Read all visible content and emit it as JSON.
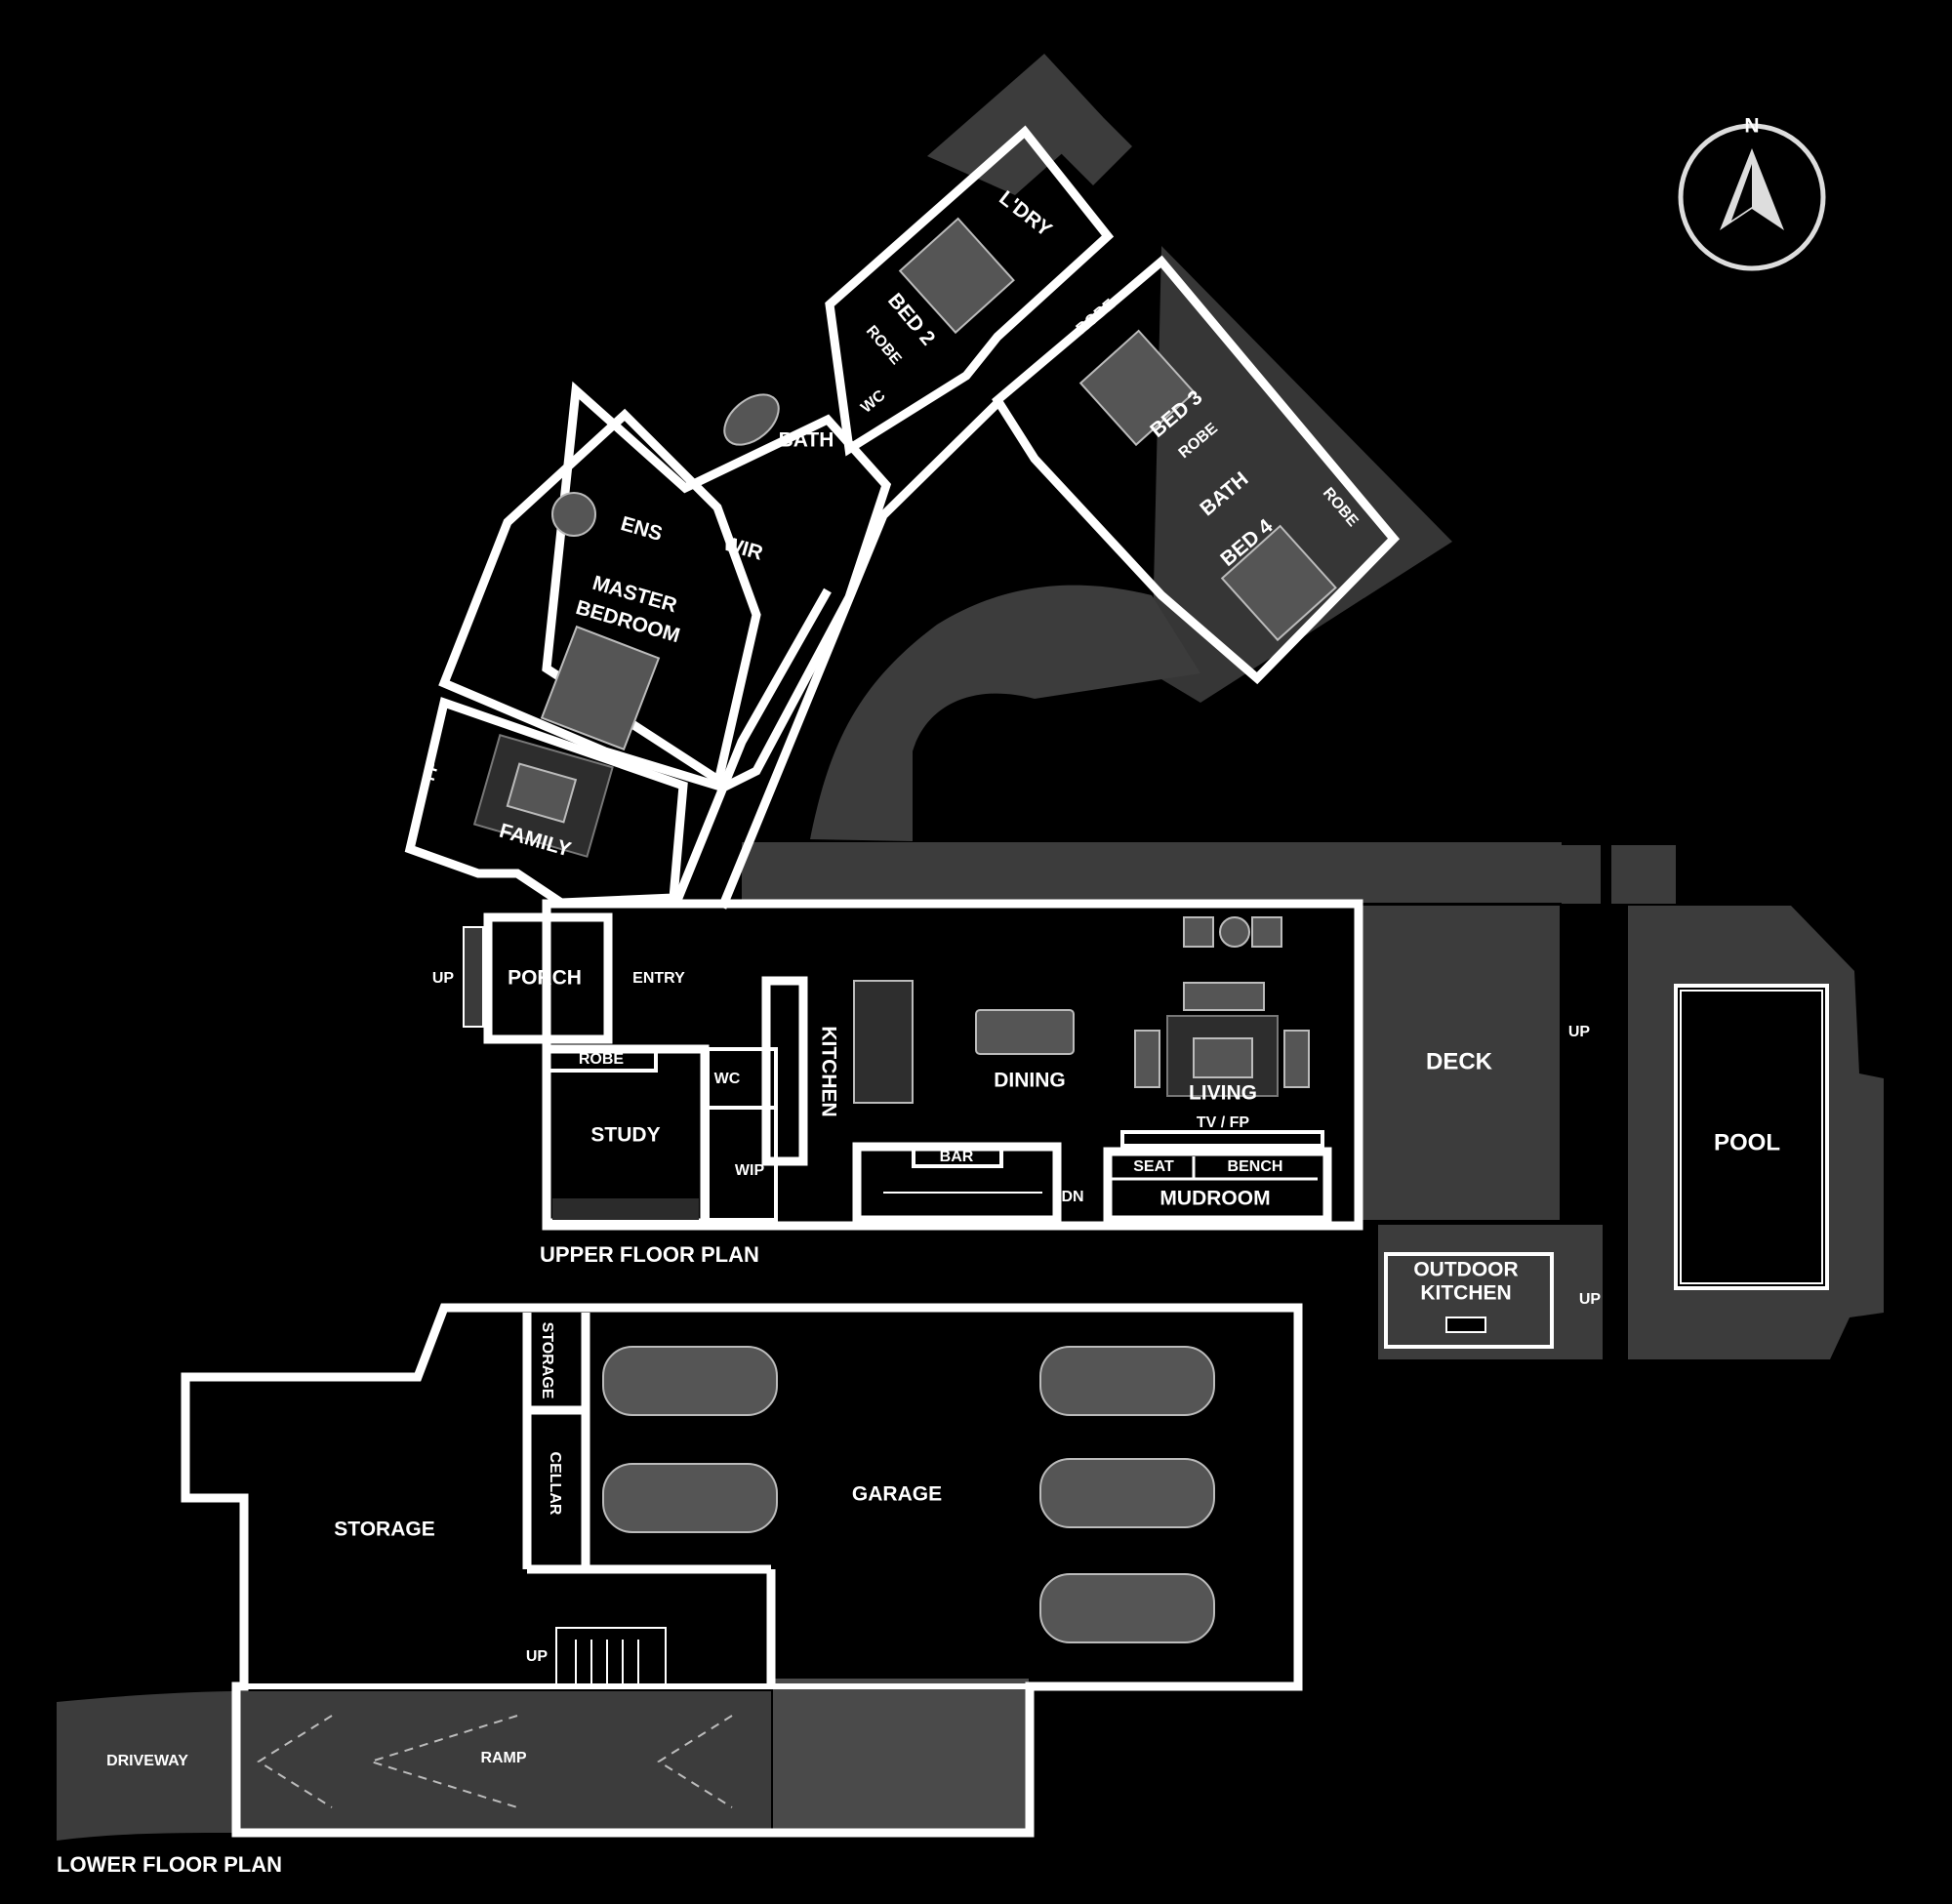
{
  "compass": {
    "label": "N"
  },
  "titles": {
    "upper": "UPPER FLOOR PLAN",
    "lower": "LOWER FLOOR PLAN"
  },
  "rooms": {
    "laundry": "L'DRY",
    "bed2": "BED 2",
    "robe_bed2": "ROBE",
    "wc_bath": "WC",
    "bath": "BATH",
    "ens": "ENS",
    "wir": "WIR",
    "master_bedroom_line1": "MASTER",
    "master_bedroom_line2": "BEDROOM",
    "fp_family": "FP",
    "family": "FAMILY",
    "robe_bed3": "ROBE",
    "bed3": "BED 3",
    "robe_bed3b": "ROBE",
    "bath2": "BATH",
    "robe_bed4": "ROBE",
    "bed4": "BED 4",
    "porch": "PORCH",
    "up_porch": "UP",
    "entry": "ENTRY",
    "robe_study": "ROBE",
    "study": "STUDY",
    "wc_study": "WC",
    "wip": "WIP",
    "kitchen": "KITCHEN",
    "dining": "DINING",
    "living": "LIVING",
    "tv_fp": "TV / FP",
    "bar": "BAR",
    "dn": "DN",
    "seat": "SEAT",
    "bench": "BENCH",
    "mudroom": "MUDROOM",
    "deck": "DECK",
    "up_deck1": "UP",
    "up_deck2": "UP",
    "pool": "POOL",
    "outdoor_kitchen_line1": "OUTDOOR",
    "outdoor_kitchen_line2": "KITCHEN",
    "storage_small": "STORAGE",
    "cellar": "CELLAR",
    "storage": "STORAGE",
    "garage": "GARAGE",
    "up_lower": "UP",
    "driveway": "DRIVEWAY",
    "ramp": "RAMP"
  }
}
